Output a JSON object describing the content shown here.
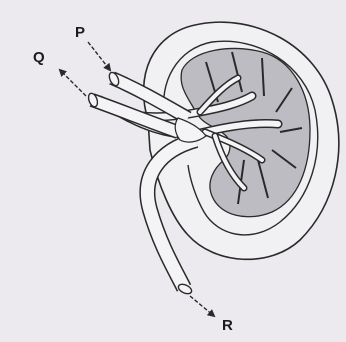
{
  "diagram": {
    "labels": {
      "p": "P",
      "q": "Q",
      "r": "R"
    },
    "colors": {
      "background": "#eceaef",
      "ink": "#2a2a2a",
      "medulla_fill": "#bdbcc3",
      "vessel_fill": "#f4f3f6"
    }
  }
}
